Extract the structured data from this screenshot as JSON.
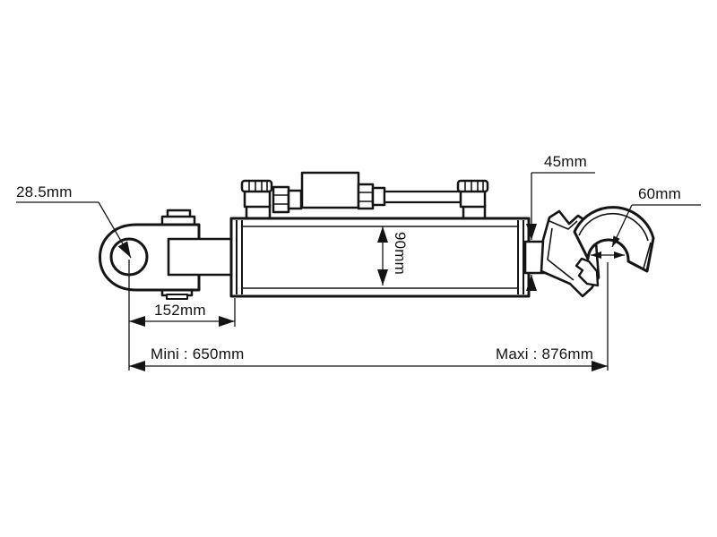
{
  "drawing": {
    "subject": "hydraulic-top-link-technical-drawing",
    "colors": {
      "line": "#141414",
      "background": "#ffffff"
    },
    "labels": {
      "eye_diameter": "28.5mm",
      "rod_diameter": "45mm",
      "hook_opening": "60mm",
      "cylinder_diameter": "90mm",
      "clevis_length": "152mm",
      "min_length": "Mini : 650mm",
      "max_length": "Maxi : 876mm"
    }
  }
}
